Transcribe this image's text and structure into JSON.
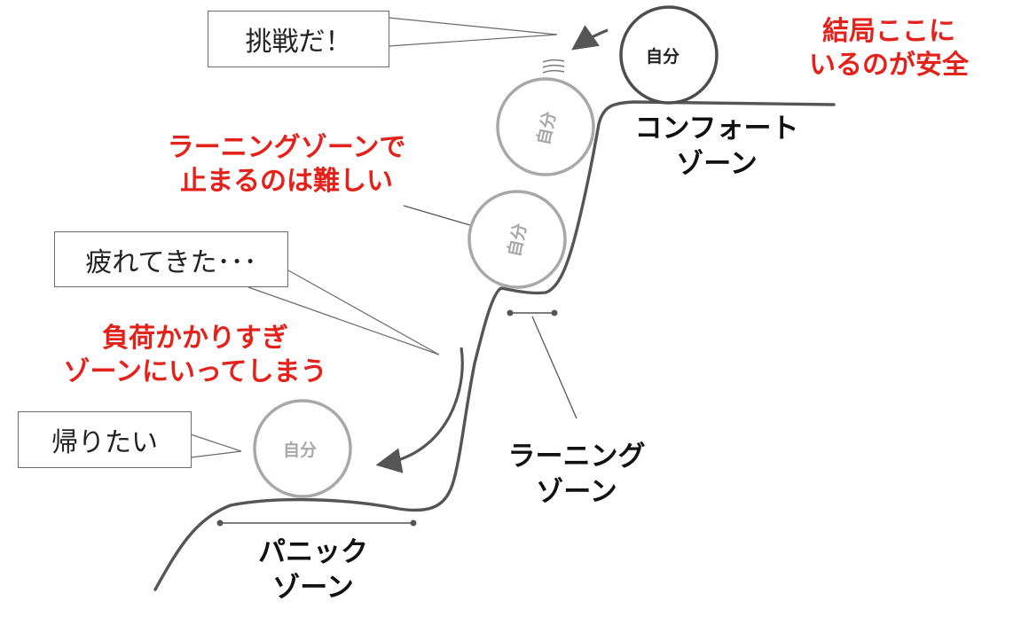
{
  "speech_bubbles": {
    "challenge": "挑戦だ！",
    "tired": "疲れてきた･･･",
    "go_home": "帰りたい"
  },
  "red_notes": {
    "comfort_safe": [
      "結局ここに",
      "いるのが安全"
    ],
    "learning_hard": [
      "ラーニングゾーンで",
      "止まるのは難しい"
    ],
    "overload": [
      "負荷かかりすぎ",
      "ゾーンにいってしまう"
    ]
  },
  "zones": {
    "comfort": [
      "コンフォート",
      "ゾーン"
    ],
    "learning": [
      "ラーニング",
      "ゾーン"
    ],
    "panic": [
      "パニック",
      "ゾーン"
    ]
  },
  "self_label": "自分",
  "colors": {
    "accent_red": "#e3221b",
    "line_dark": "#555555",
    "self_faded": "#a8a8a8",
    "self_active": "#4d4d4d"
  }
}
